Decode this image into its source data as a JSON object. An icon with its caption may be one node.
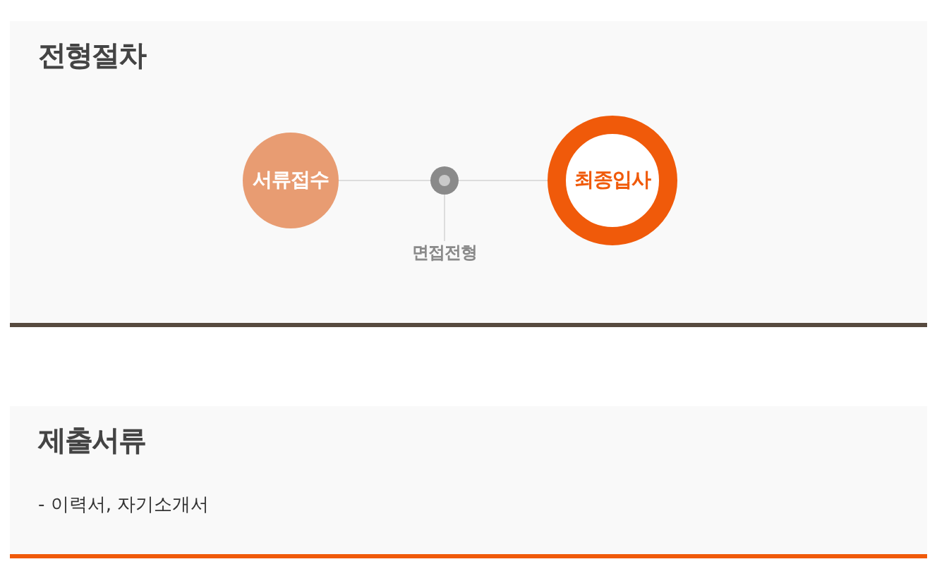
{
  "diagram": {
    "nodes": [
      {
        "text": [
          "전형절차"
        ]
      },
      {
        "text": [
          "서류접수"
        ],
        "in": 0
      },
      {
        "text": [],
        "shape": "circle",
        "in": 0
      },
      {
        "text": [
          "면접전형"
        ],
        "in": 0
      },
      {
        "text": [
          "최종입사"
        ],
        "in": 0
      },
      {
        "text": [
          "제출서류",
          "- 이력서, 자기소개서"
        ]
      }
    ],
    "edges": [
      {
        "from": 1,
        "to": 2,
        "arrow": "none"
      },
      {
        "from": 2,
        "to": 4,
        "arrow": "none"
      },
      {
        "from": 2,
        "to": 3,
        "arrow": "none"
      }
    ]
  }
}
